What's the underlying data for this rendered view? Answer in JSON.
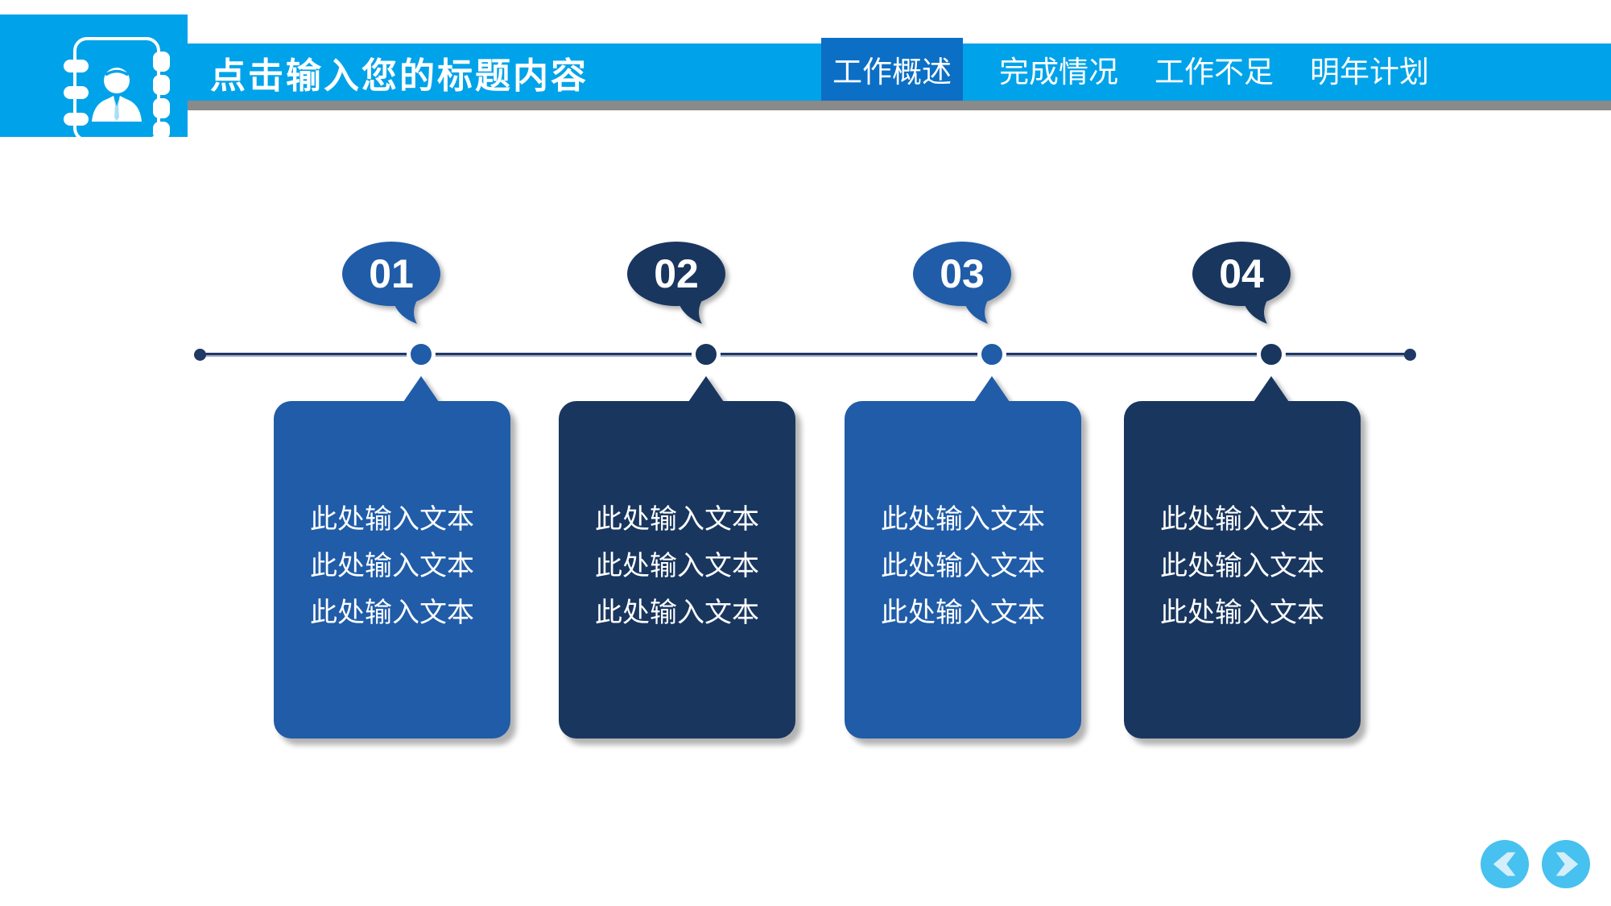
{
  "header": {
    "title": "点击输入您的标题内容",
    "tabs": [
      {
        "label": "工作概述",
        "active": true
      },
      {
        "label": "完成情况",
        "active": false
      },
      {
        "label": "工作不足",
        "active": false
      },
      {
        "label": "明年计划",
        "active": false
      }
    ]
  },
  "logo": {
    "icon": "contact-book-person-icon"
  },
  "timeline": {
    "items": [
      {
        "number": "01",
        "tone": "medium-blue",
        "lines": [
          "此处输入文本",
          "此处输入文本",
          "此处输入文本"
        ]
      },
      {
        "number": "02",
        "tone": "navy",
        "lines": [
          "此处输入文本",
          "此处输入文本",
          "此处输入文本"
        ]
      },
      {
        "number": "03",
        "tone": "medium-blue",
        "lines": [
          "此处输入文本",
          "此处输入文本",
          "此处输入文本"
        ]
      },
      {
        "number": "04",
        "tone": "navy",
        "lines": [
          "此处输入文本",
          "此处输入文本",
          "此处输入文本"
        ]
      }
    ]
  },
  "pager": {
    "icons": [
      "chevron-left-icon",
      "chevron-right-icon"
    ]
  },
  "colors": {
    "cyan": "#00A3E9",
    "active_tab": "#0B6FC5",
    "medium_blue": "#205CA8",
    "navy": "#19365F",
    "line_navy": "#203864",
    "shadow_gray": "#8A8A8A",
    "pager_blue": "#47C1EF",
    "pale_chevron": "#D4EEFB"
  }
}
